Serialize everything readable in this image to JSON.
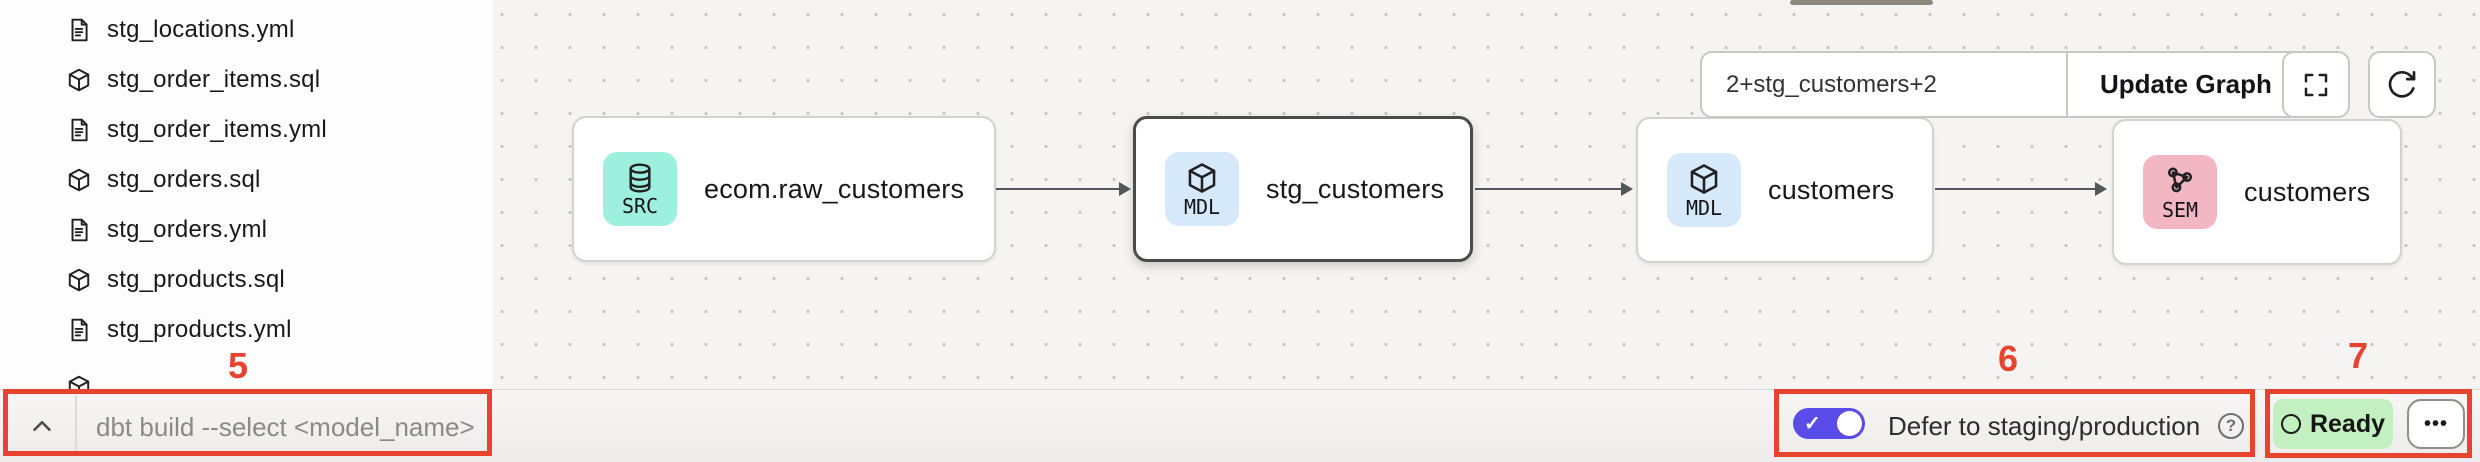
{
  "sidebar": {
    "files": [
      {
        "name": "stg_locations.yml",
        "type": "yml"
      },
      {
        "name": "stg_order_items.sql",
        "type": "sql"
      },
      {
        "name": "stg_order_items.yml",
        "type": "yml"
      },
      {
        "name": "stg_orders.sql",
        "type": "sql"
      },
      {
        "name": "stg_orders.yml",
        "type": "yml"
      },
      {
        "name": "stg_products.sql",
        "type": "sql"
      },
      {
        "name": "stg_products.yml",
        "type": "yml"
      }
    ]
  },
  "graph": {
    "selector_value": "2+stg_customers+2",
    "update_button": "Update Graph",
    "nodes": [
      {
        "badge": "SRC",
        "label": "ecom.raw_customers",
        "icon": "database-icon",
        "badge_color": "#9ef0de",
        "selected": false
      },
      {
        "badge": "MDL",
        "label": "stg_customers",
        "icon": "cube-icon",
        "badge_color": "#d6e9fb",
        "selected": true
      },
      {
        "badge": "MDL",
        "label": "customers",
        "icon": "cube-icon",
        "badge_color": "#d6e9fb",
        "selected": false
      },
      {
        "badge": "SEM",
        "label": "customers",
        "icon": "semantic-icon",
        "badge_color": "#f3b7c3",
        "selected": false
      }
    ]
  },
  "command_bar": {
    "placeholder": "dbt build --select <model_name>"
  },
  "defer": {
    "label": "Defer to staging/production",
    "enabled": true
  },
  "status": {
    "label": "Ready",
    "more": "•••"
  },
  "annotations": {
    "cmd": "5",
    "defer": "6",
    "status": "7"
  },
  "colors": {
    "annotation_red": "#e8432e",
    "toggle_purple": "#5a4ce8",
    "ready_green": "#c2f0c0",
    "src_badge": "#9ef0de",
    "mdl_badge": "#d6e9fb",
    "sem_badge": "#f3b7c3",
    "canvas_bg": "#f5f4f2"
  }
}
